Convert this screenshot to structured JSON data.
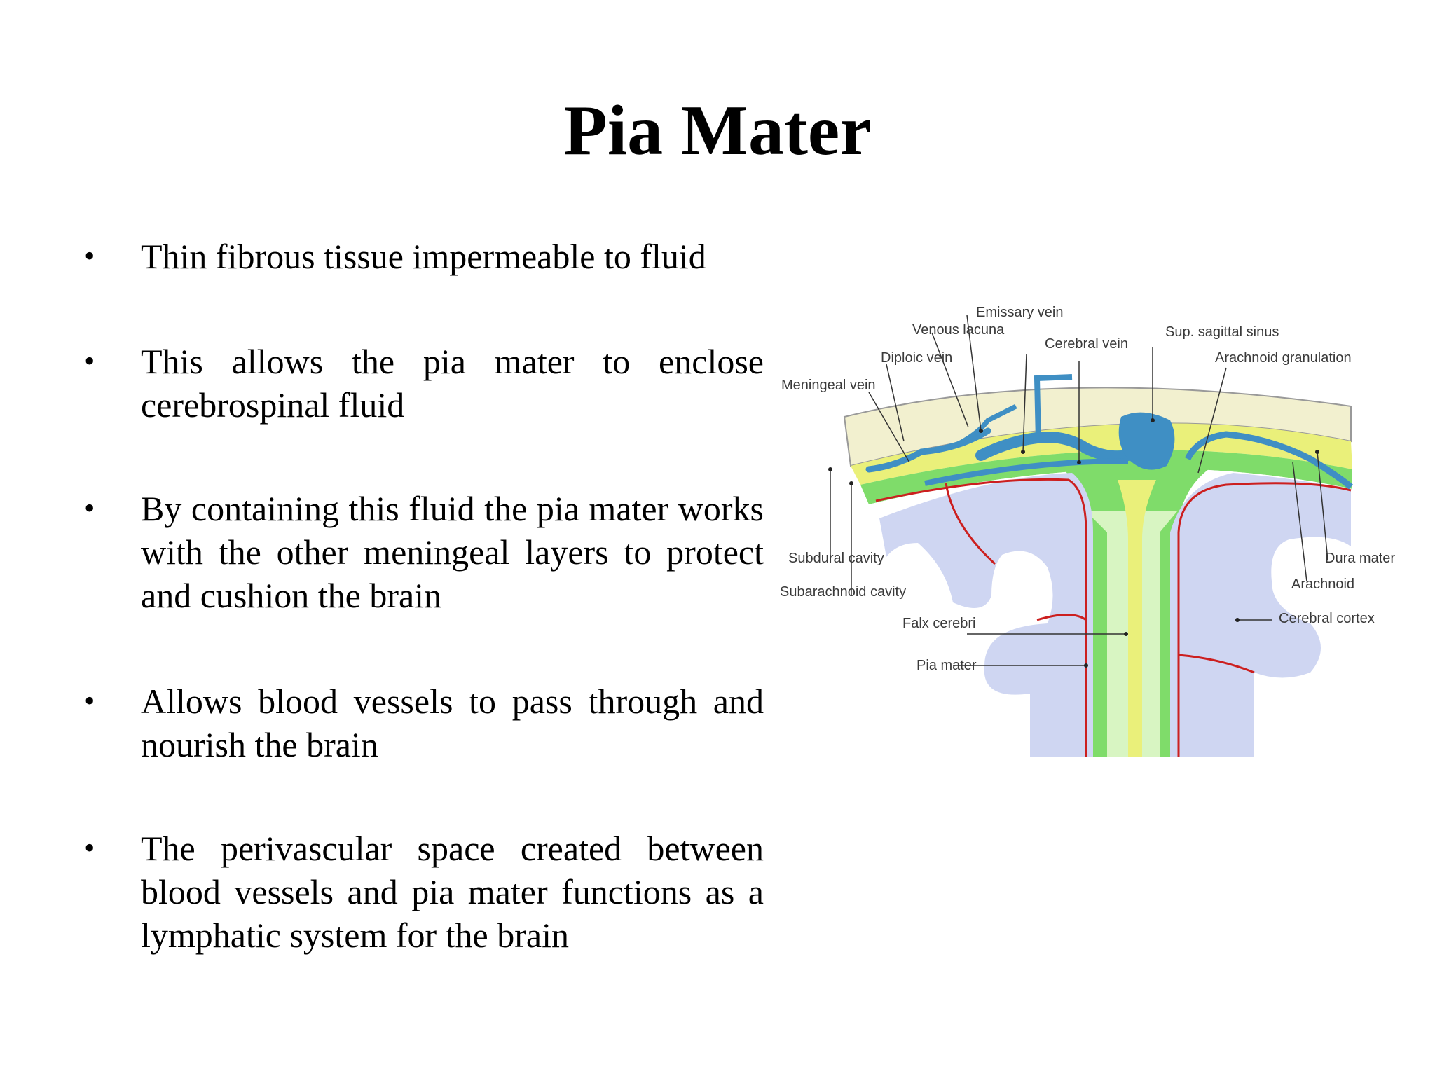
{
  "title": "Pia Mater",
  "bullets": [
    "Thin fibrous tissue impermeable to fluid",
    "This allows the pia mater to enclose cerebrospinal fluid",
    "By containing this fluid the pia mater works with the other meningeal layers to protect and cushion the brain",
    "Allows blood vessels to pass through and nourish the brain",
    "The perivascular space created between blood vessels and pia mater functions as a lymphatic system for the brain"
  ],
  "diagram": {
    "labels": {
      "emissary_vein": "Emissary vein",
      "venous_lacuna": "Venous lacuna",
      "cerebral_vein": "Cerebral vein",
      "sup_sagittal_sinus": "Sup. sagittal sinus",
      "diploic_vein": "Diploic vein",
      "arachnoid_granulation": "Arachnoid granulation",
      "meningeal_vein": "Meningeal vein",
      "subdural_cavity": "Subdural cavity",
      "dura_mater": "Dura mater",
      "arachnoid": "Arachnoid",
      "subarachnoid_cavity": "Subarachnoid cavity",
      "falx_cerebri": "Falx cerebri",
      "cerebral_cortex": "Cerebral cortex",
      "pia_mater": "Pia mater"
    },
    "colors": {
      "bone": "#f2f0cf",
      "dura": "#eaf07a",
      "arachnoid": "#7fdc6a",
      "subarachnoid": "#d8f5c2",
      "cortex": "#cfd6f2",
      "vein": "#3f8fc4",
      "pia_line": "#cc1f1f"
    }
  }
}
